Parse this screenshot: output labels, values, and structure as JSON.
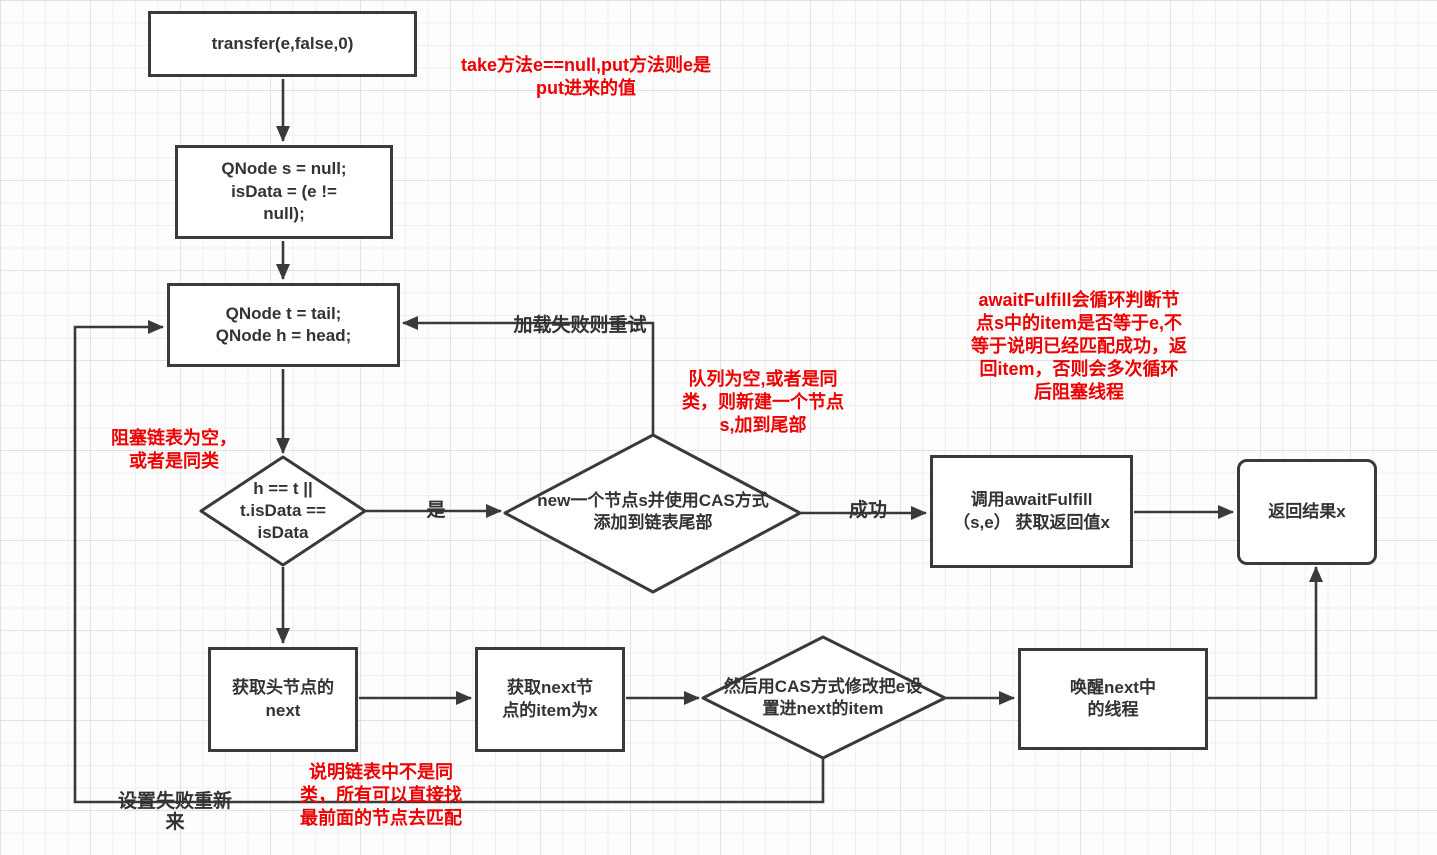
{
  "diagram_title": "SynchronousQueue TransferQueue transfer flowchart",
  "colors": {
    "shape_border": "#3a3a3a",
    "line": "#3a3a3a",
    "text": "#333333",
    "note_red": "#ec0000",
    "grid_minor": "#efefef",
    "grid_major": "#e2e2e2",
    "background": "#fdfdfd"
  },
  "nodes": {
    "transfer": {
      "label": "transfer(e,false,0)"
    },
    "init": {
      "label": "QNode s = null;\nisData = (e !=\nnull);"
    },
    "read_tail_head": {
      "label": "QNode t = tail;\nQNode h = head;"
    },
    "check_same_mode": {
      "label": "h == t ||\nt.isData ==\nisData"
    },
    "cas_append": {
      "label": "new一个节点s并使用CAS方式\n添加到链表尾部"
    },
    "call_await_fulfill": {
      "label": "调用awaitFulfill\n（s,e） 获取返回值x"
    },
    "return_result": {
      "label": "返回结果x"
    },
    "get_head_next": {
      "label": "获取头节点的\nnext"
    },
    "get_next_item": {
      "label": "获取next节\n点的item为x"
    },
    "cas_set_item": {
      "label": "然后用CAS方式修改把e设\n置进next的item"
    },
    "wake_next_thread": {
      "label": "唤醒next中\n的线程"
    }
  },
  "edge_labels": {
    "retry": "加载失败则重试",
    "yes": "是",
    "success": "成功",
    "reset": "设置失败重新来"
  },
  "notes": {
    "take_put": "take方法e==null,put方法则e是\nput进来的值",
    "queue_empty": "队列为空,或者是同\n类，则新建一个节点\ns,加到尾部",
    "await_fulfill": "awaitFulfill会循环判断节\n点s中的item是否等于e,不\n等于说明已经匹配成功，返\n回item，否则会多次循环\n后阻塞线程",
    "block_empty": "阻塞链表为空，\n或者是同类",
    "not_same_type": "说明链表中不是同\n类，所有可以直接找\n最前面的节点去匹配"
  }
}
